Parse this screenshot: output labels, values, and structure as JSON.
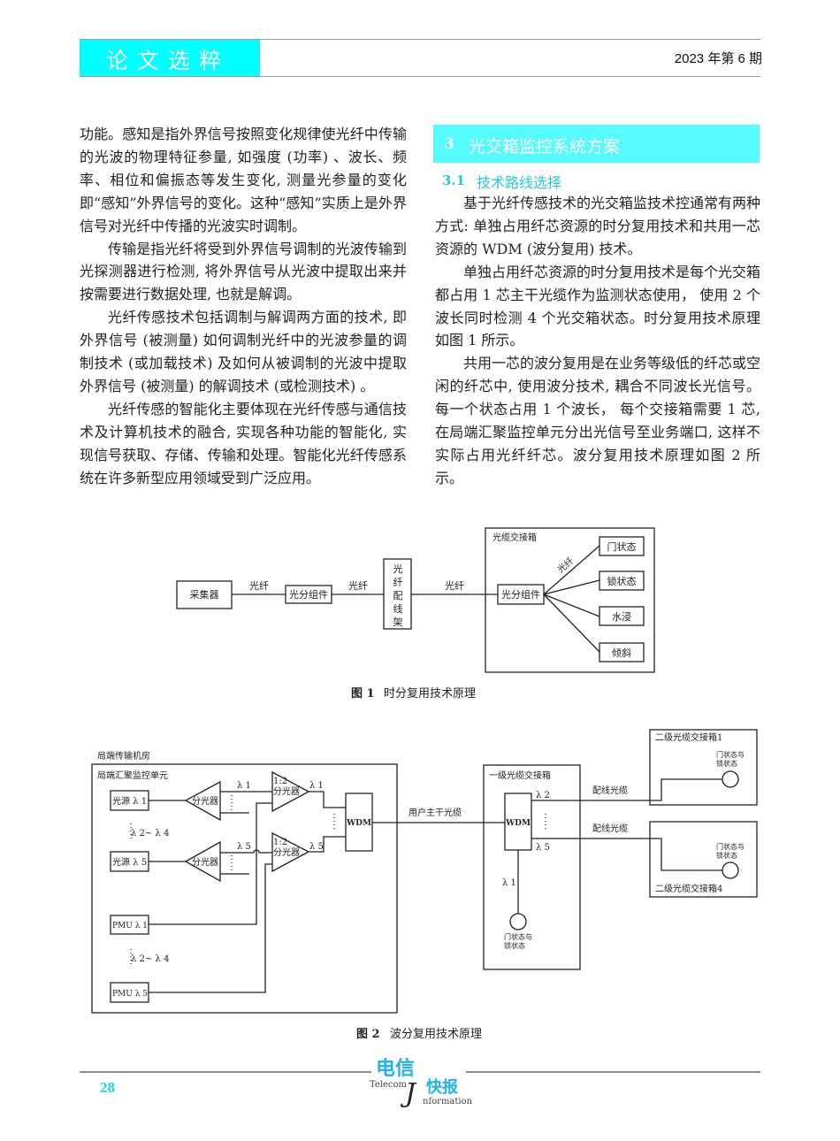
{
  "header": {
    "section": "论文选粹",
    "issue": "2023 年第 6 期",
    "accent_color": "#00ffff"
  },
  "left_column": {
    "paragraphs": [
      "功能。感知是指外界信号按照变化规律使光纤中传输的光波的物理特征参量, 如强度 (功率) 、波长、频率、相位和偏振态等发生变化, 测量光参量的变化即“感知”外界信号的变化。这种“感知”实质上是外界信号对光纤中传播的光波实时调制。",
      "传输是指光纤将受到外界信号调制的光波传输到光探测器进行检测, 将外界信号从光波中提取出来并按需要进行数据处理, 也就是解调。",
      "光纤传感技术包括调制与解调两方面的技术, 即外界信号 (被测量) 如何调制光纤中的光波参量的调制技术 (或加载技术) 及如何从被调制的光波中提取外界信号 (被测量) 的解调技术 (或检测技术) 。",
      "光纤传感的智能化主要体现在光纤传感与通信技术及计算机技术的融合, 实现各种功能的智能化, 实现信号获取、存储、传输和处理。智能化光纤传感系统在许多新型应用领域受到广泛应用。"
    ]
  },
  "right_column": {
    "section_number": "3",
    "section_title": "光交箱监控系统方案",
    "subsection_number": "3.1",
    "subsection_title": "技术路线选择",
    "paragraphs": [
      "基于光纤传感技术的光交箱监技术控通常有两种方式: 单独占用纤芯资源的时分复用技术和共用一芯资源的 WDM (波分复用) 技术。",
      "单独占用纤芯资源的时分复用技术是每个光交箱都占用 1 芯主干光缆作为监测状态使用， 使用 2 个波长同时检测 4 个光交箱状态。时分复用技术原理如图 1 所示。",
      "共用一芯的波分复用是在业务等级低的纤芯或空闲的纤芯中, 使用波分技术, 耦合不同波长光信号。每一个状态占用 1 个波长， 每个交接箱需要 1 芯, 在局端汇聚监控单元分出光信号至业务端口, 这样不实际占用光纤纤芯。波分复用技术原理如图 2 所示。"
    ]
  },
  "figure1": {
    "caption_label": "图 1",
    "caption_text": "时分复用技术原理",
    "collector": "采集器",
    "fiber": "光纤",
    "splitter": "光分组件",
    "odf_chars": [
      "光",
      "纤",
      "配",
      "线",
      "架"
    ],
    "cabinet": "光缆交接箱",
    "states": [
      "门状态",
      "锁状态",
      "水浸",
      "倾斜"
    ]
  },
  "figure2": {
    "caption_label": "图 2",
    "caption_text": "波分复用技术原理",
    "room": "局端传输机房",
    "unit": "局端汇聚监控单元",
    "source1": "光源 λ 1",
    "source5": "光源 λ 5",
    "pmu1": "PMU λ 1′",
    "pmu5": "PMU λ 5′",
    "range": "λ 2~ λ 4",
    "splitter": "分光器",
    "ratio": "1:2",
    "l1": "λ 1",
    "l2": "λ 2",
    "l5": "λ 5",
    "wdm": "WDM",
    "trunk": "用户主干光缆",
    "primary_box": "一级光缆交接箱",
    "distribution": "配线光缆",
    "secondary1": "二级光缆交接箱1",
    "secondary4": "二级光缆交接箱4",
    "state_line1": "门状态与",
    "state_line2": "锁状态"
  },
  "footer": {
    "page_number": "28",
    "logo_cn_top": "电信",
    "logo_cn_bottom": "快报",
    "logo_en_1": "Telecom",
    "logo_en_2": "nformation",
    "logo_initial": "J"
  }
}
